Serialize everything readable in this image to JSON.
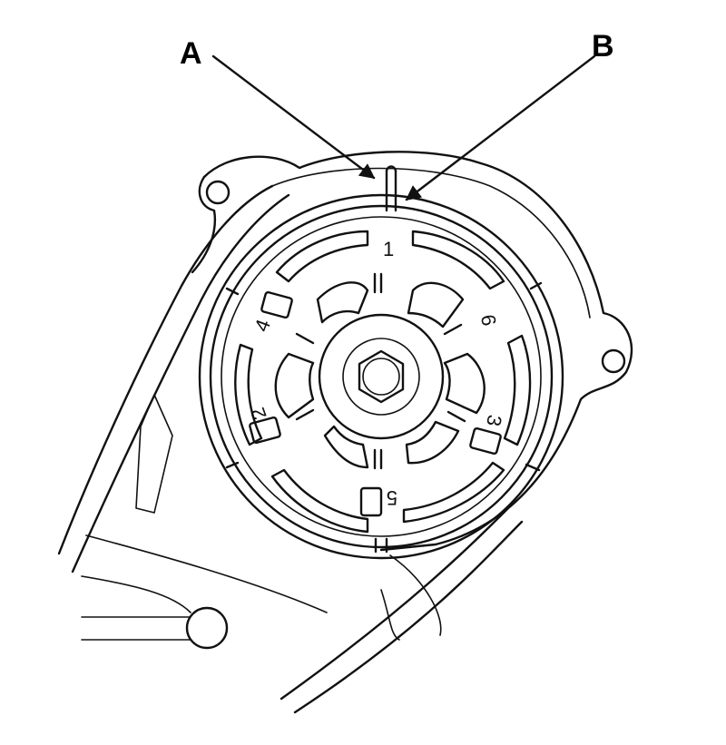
{
  "callouts": {
    "a": {
      "label": "A"
    },
    "b": {
      "label": "B"
    }
  },
  "pulley_marks": {
    "top": "1",
    "upper_left": "4",
    "upper_right": "6",
    "lower_left": "2",
    "lower_right": "3",
    "bottom": "5"
  },
  "colors": {
    "line": "#111111",
    "background": "#ffffff"
  }
}
